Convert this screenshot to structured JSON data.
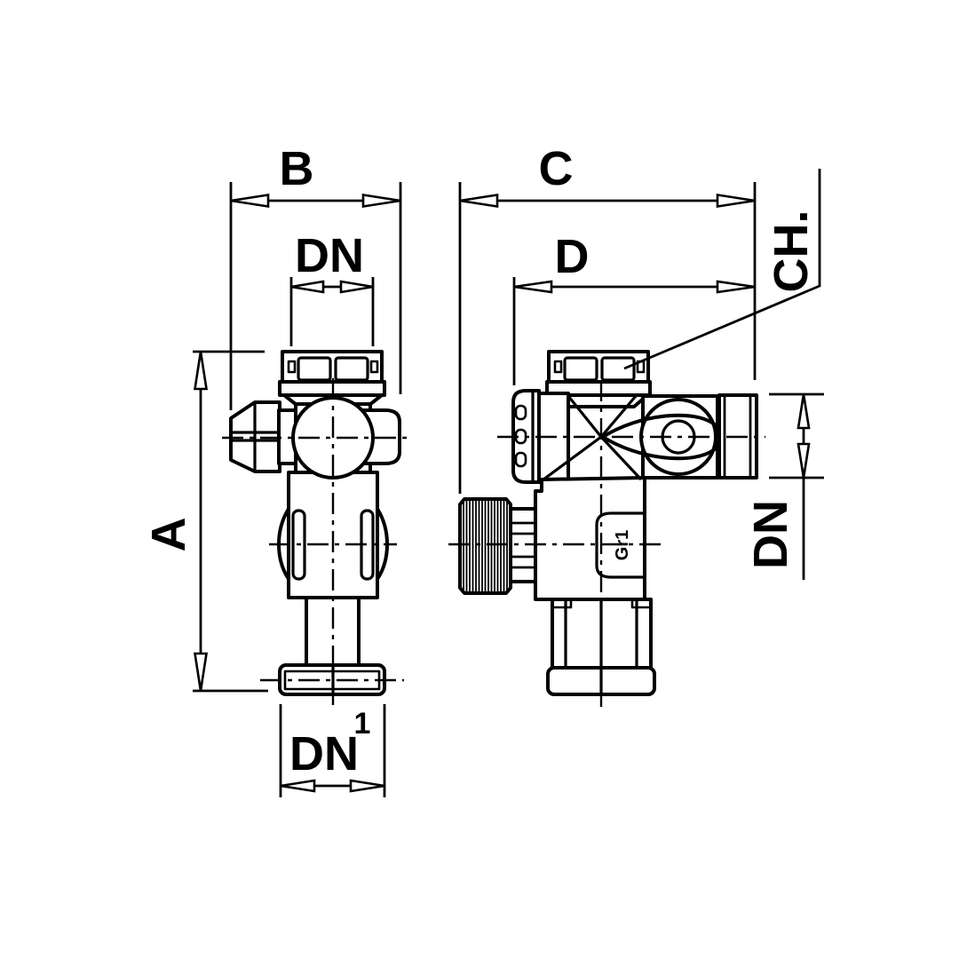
{
  "colors": {
    "background": "#ffffff",
    "line": "#000000"
  },
  "labels": {
    "width_b": "B",
    "nominal_top": "DN",
    "width_c": "C",
    "width_d": "D",
    "wrench_ch": "CH.",
    "height_a": "A",
    "nominal_right": "DN",
    "nominal_bottom": "DN",
    "nominal_bottom_sup": "1",
    "body_marking": "Gr1"
  }
}
